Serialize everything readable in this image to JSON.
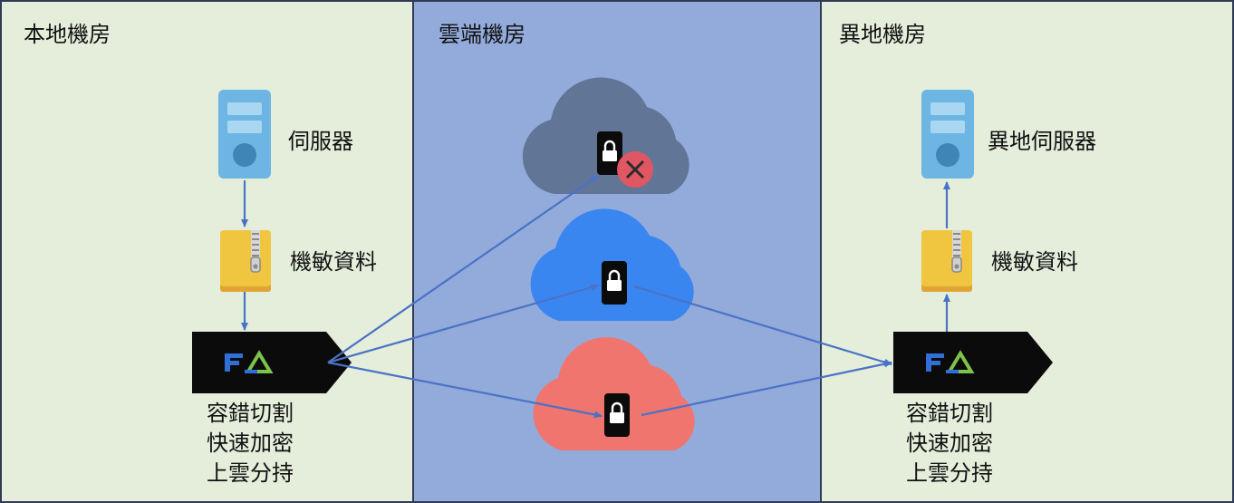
{
  "zones": {
    "local": {
      "title": "本地機房"
    },
    "cloud": {
      "title": "雲端機房"
    },
    "remote": {
      "title": "異地機房"
    }
  },
  "local": {
    "server_label": "伺服器",
    "data_label": "機敏資料",
    "fa_caption": [
      "容錯切割",
      "快速加密",
      "上雲分持"
    ]
  },
  "remote": {
    "server_label": "異地伺服器",
    "data_label": "機敏資料",
    "fa_caption": [
      "容錯切割",
      "快速加密",
      "上雲分持"
    ]
  },
  "clouds": [
    {
      "state": "failed",
      "color": "#617597"
    },
    {
      "state": "ok",
      "color": "#3a86f0"
    },
    {
      "state": "ok",
      "color": "#ef756e"
    }
  ],
  "colors": {
    "local_bg": "#e4eedb",
    "cloud_bg": "#93abdb",
    "remote_bg": "#e4eedb",
    "border": "#2f3a55",
    "arrow": "#4a72c6",
    "server": "#6db6e3",
    "archive": "#f0c540",
    "fa_box": "#0b0b0b",
    "fa_logo_blue": "#2f6fd6",
    "fa_logo_green": "#7ec24a",
    "error_badge": "#e05763"
  },
  "icons": {
    "server": "server-icon",
    "archive": "zip-archive-icon",
    "lock": "padlock-icon",
    "error": "error-x-icon",
    "fa": "fa-logo-icon"
  }
}
